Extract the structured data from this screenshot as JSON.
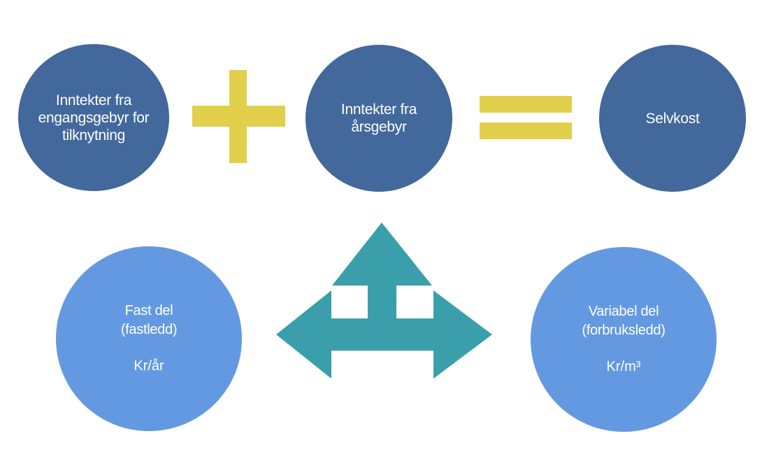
{
  "operators": {
    "plus": "plus-sign",
    "equals": "equals-sign"
  },
  "circles": {
    "connection": {
      "lines": [
        "Inntekter fra",
        "engangsgebyr for",
        "tilknytning"
      ]
    },
    "annual": {
      "lines": [
        "Inntekter fra",
        "årsgebyr"
      ]
    },
    "selfcost": {
      "lines": [
        "Selvkost"
      ]
    },
    "fixed": {
      "lines": [
        "Fast del",
        "(fastledd)"
      ],
      "unit": "Kr/år"
    },
    "variable": {
      "lines": [
        "Variabel del",
        "(forbruksledd)"
      ],
      "unit": "Kr/m³"
    }
  },
  "colors": {
    "dark_circle": "#42689c",
    "light_circle": "#6399e0",
    "operator": "#e2cf4b",
    "arrow": "#3a9faa"
  },
  "icons": {
    "arrow": "three-way-arrow-icon"
  }
}
